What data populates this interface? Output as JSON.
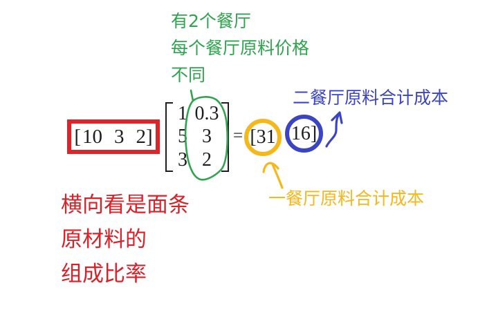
{
  "colors": {
    "green": "#2fa44f",
    "red_box": "#e02329",
    "red_text": "#da2128",
    "yellow": "#f6b719",
    "blue": "#3b44c3",
    "ink": "#1d1d1d",
    "background": "#ffffff"
  },
  "green_note": {
    "lines": [
      "有2个餐厅",
      "每个餐厅原料价格",
      "不同"
    ]
  },
  "equation": {
    "row_vector": {
      "open": "[",
      "values": [
        "10",
        "3",
        "2"
      ],
      "close": "]"
    },
    "matrix": {
      "rows": [
        [
          "1",
          "0.3"
        ],
        [
          "5",
          "3"
        ],
        [
          "3",
          "2"
        ]
      ]
    },
    "equals": "=",
    "result": {
      "open": "[",
      "values": [
        "31",
        "16"
      ],
      "close": "]"
    }
  },
  "labels": {
    "restaurant2_cost": "二餐厅原料合计成本",
    "restaurant1_cost": "一餐厅原料合计成本"
  },
  "red_note": {
    "lines": [
      "横向看是面条",
      "原材料的",
      "组成比率"
    ]
  }
}
